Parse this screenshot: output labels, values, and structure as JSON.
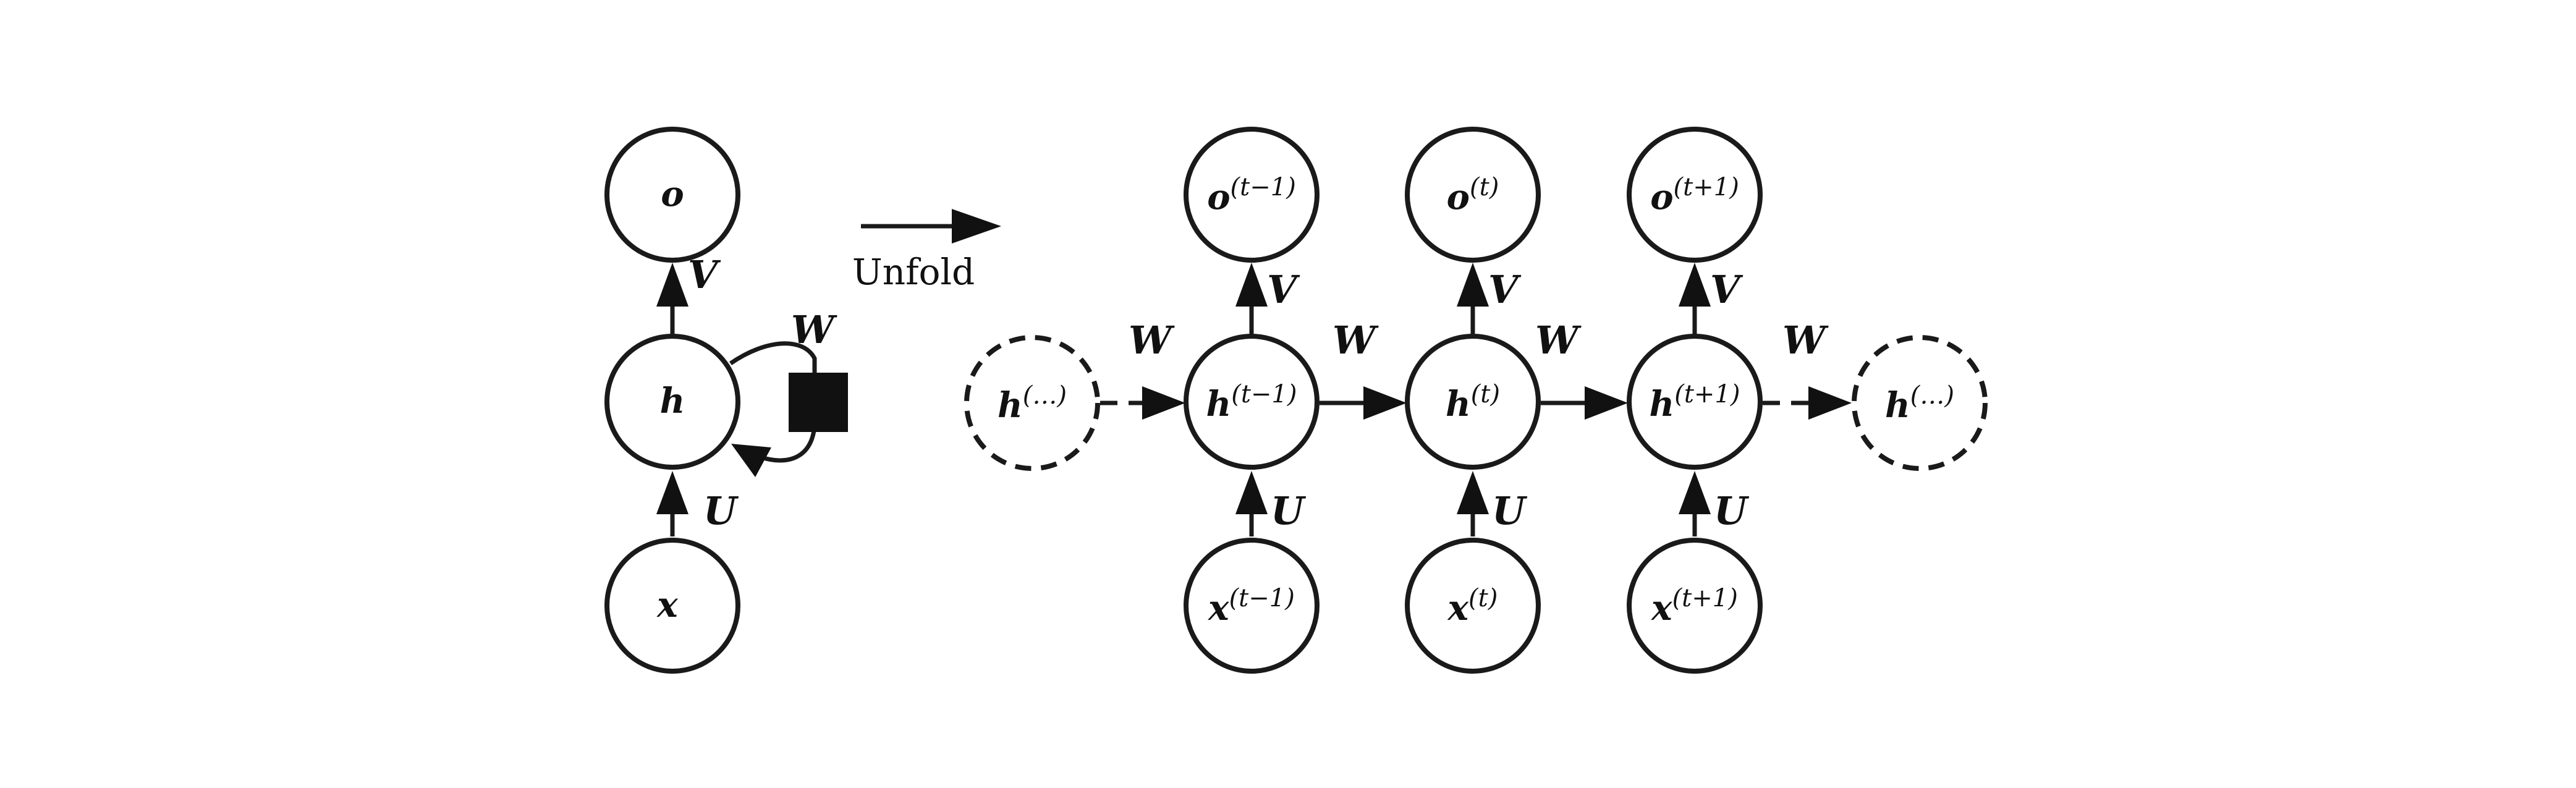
{
  "folded": {
    "nodes": {
      "output": "o",
      "hidden": "h",
      "input": "x"
    },
    "labels": {
      "V": "V",
      "W": "W",
      "U": "U"
    }
  },
  "unfold_label": "Unfold",
  "unfolded": {
    "left_dots": {
      "base": "h",
      "sup": "(…)"
    },
    "right_dots": {
      "base": "h",
      "sup": "(…)"
    },
    "steps": [
      {
        "o": "o",
        "h": "h",
        "x": "x",
        "sup": "(t−1)"
      },
      {
        "o": "o",
        "h": "h",
        "x": "x",
        "sup": "(t)"
      },
      {
        "o": "o",
        "h": "h",
        "x": "x",
        "sup": "(t+1)"
      }
    ],
    "labels": {
      "V": "V",
      "W": "W",
      "U": "U"
    }
  }
}
